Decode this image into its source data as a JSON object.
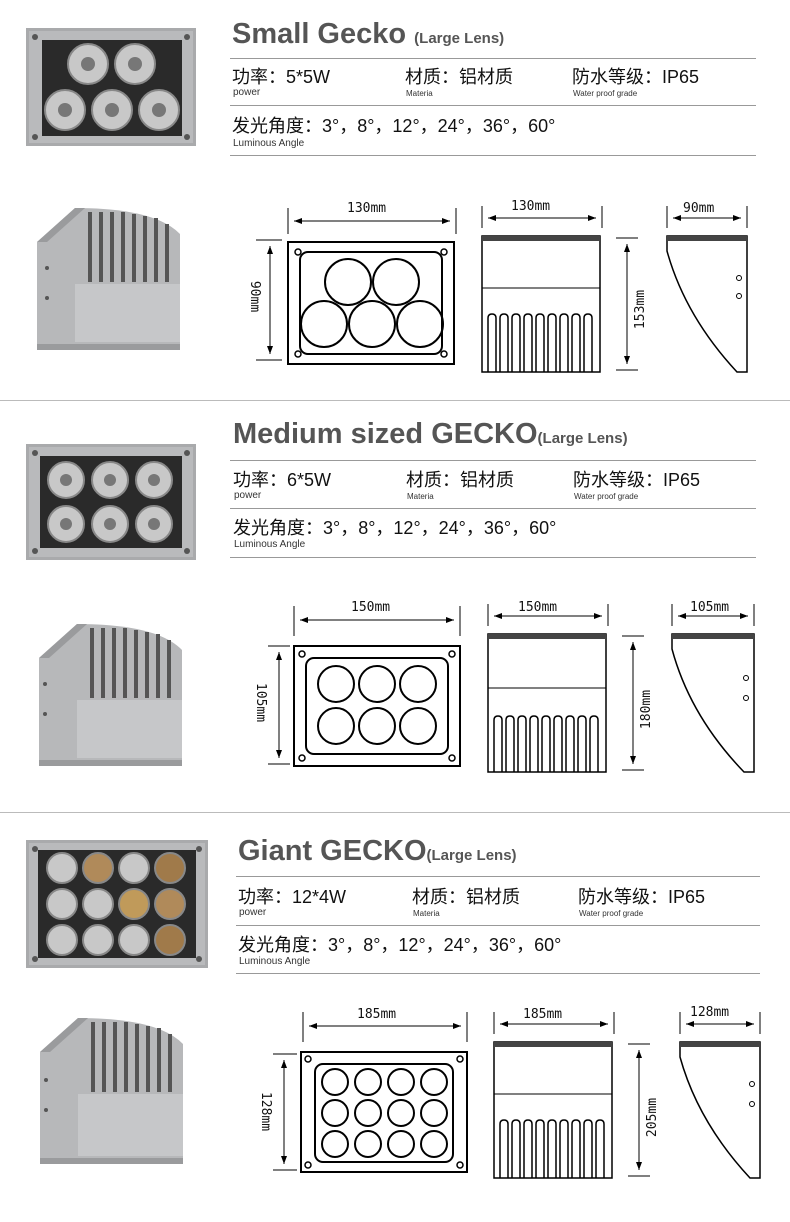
{
  "products": [
    {
      "name": "Small Gecko",
      "name_suffix": "(Large Lens)",
      "power_label": "功率：",
      "power_value": "5*5W",
      "power_en": "power",
      "material_label": "材质：",
      "material_value": "铝材质",
      "material_en": "Materia",
      "waterproof_label": "防水等级：",
      "waterproof_value": "IP65",
      "waterproof_en": "Water proof grade",
      "angle_label": "发光角度：",
      "angle_value": "3°，8°，12°，24°，36°，60°",
      "angle_en": "Luminous Angle",
      "front_width": "130mm",
      "front_height": "90mm",
      "side_width": "130mm",
      "side_height": "153mm",
      "depth": "90mm"
    },
    {
      "name": "Medium sized GECKO",
      "name_suffix": "(Large Lens)",
      "power_label": "功率：",
      "power_value": "6*5W",
      "power_en": "power",
      "material_label": "材质：",
      "material_value": "铝材质",
      "material_en": "Materia",
      "waterproof_label": "防水等级：",
      "waterproof_value": "IP65",
      "waterproof_en": "Water proof grade",
      "angle_label": "发光角度：",
      "angle_value": "3°，8°，12°，24°，36°，60°",
      "angle_en": "Luminous Angle",
      "front_width": "150mm",
      "front_height": "105mm",
      "side_width": "150mm",
      "side_height": "180mm",
      "depth": "105mm"
    },
    {
      "name": "Giant GECKO",
      "name_suffix": "(Large Lens)",
      "power_label": "功率：",
      "power_value": "12*4W",
      "power_en": "power",
      "material_label": "材质：",
      "material_value": "铝材质",
      "material_en": "Materia",
      "waterproof_label": "防水等级：",
      "waterproof_value": "IP65",
      "waterproof_en": "Water proof grade",
      "angle_label": "发光角度：",
      "angle_value": "3°，8°，12°，24°，36°，60°",
      "angle_en": "Luminous Angle",
      "front_width": "185mm",
      "front_height": "128mm",
      "side_width": "185mm",
      "side_height": "205mm",
      "depth": "128mm"
    }
  ]
}
